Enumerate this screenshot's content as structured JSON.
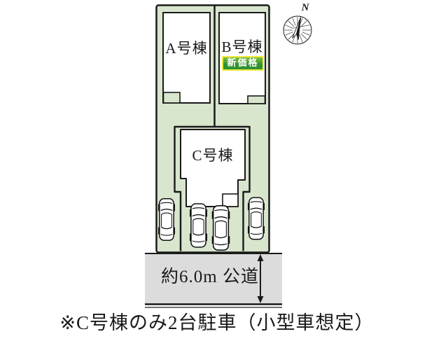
{
  "colors": {
    "plot_green": "#d8e6ce",
    "road_gray": "#dcdcdc",
    "outline_black": "#1a1a1a",
    "building_white": "#ffffff",
    "badge_green": "#2f9232",
    "badge_border_yellow": "#efe93d",
    "badge_text": "#ffffff"
  },
  "compass": {
    "label": "N"
  },
  "plan": {
    "buildings": {
      "a": {
        "label": "A号棟"
      },
      "b": {
        "label": "B号棟",
        "badge": "新価格"
      },
      "c": {
        "label": "C号棟"
      }
    },
    "road": {
      "label": "約6.0m 公道"
    },
    "parking": {
      "car_count": 4
    }
  },
  "caption": "※C号棟のみ2台駐車（小型車想定）"
}
